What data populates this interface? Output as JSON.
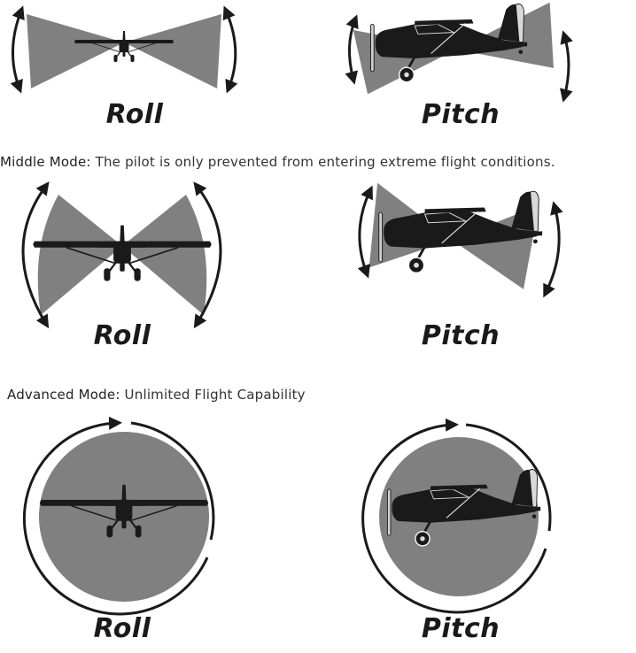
{
  "colors": {
    "sector": "#808080",
    "plane": "#1a1a1a",
    "arrow": "#1a1a1a",
    "text": "#222222"
  },
  "rows": [
    {
      "roll_label": "Roll",
      "pitch_label": "Pitch"
    },
    {
      "roll_label": "Roll",
      "pitch_label": "Pitch",
      "mode_name": "Middle Mode:",
      "mode_desc": " The pilot is only prevented from entering extreme flight conditions."
    },
    {
      "roll_label": "Roll",
      "pitch_label": "Pitch",
      "mode_name": "Advanced Mode:",
      "mode_desc": " Unlimited Flight Capability"
    }
  ]
}
